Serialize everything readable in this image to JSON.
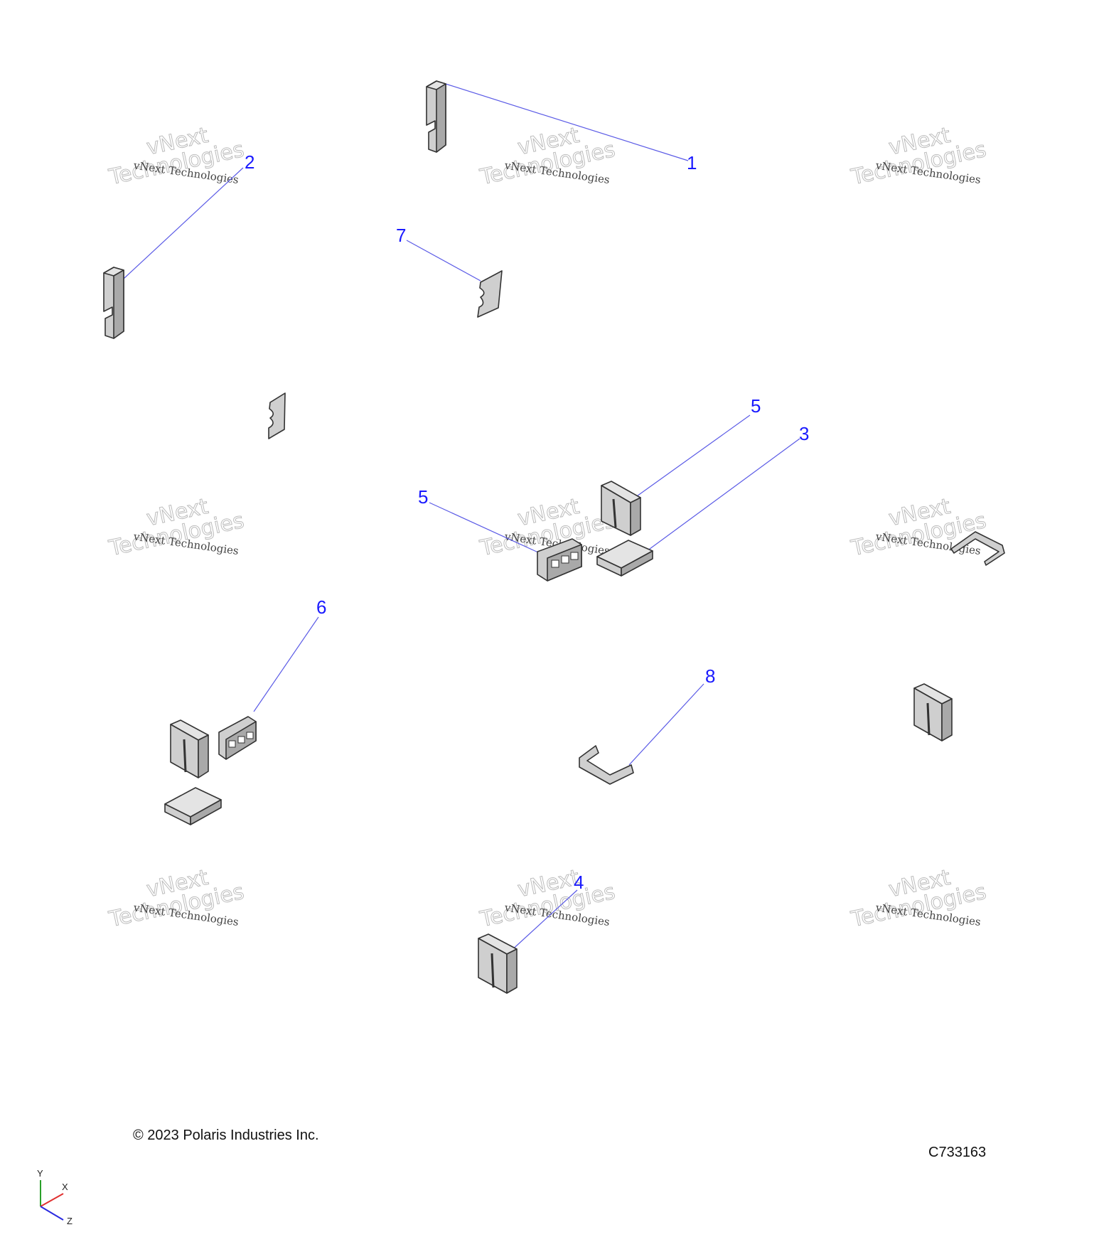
{
  "callouts": [
    {
      "id": "callout-1",
      "label": "1"
    },
    {
      "id": "callout-2",
      "label": "2"
    },
    {
      "id": "callout-3",
      "label": "3"
    },
    {
      "id": "callout-4",
      "label": "4"
    },
    {
      "id": "callout-5a",
      "label": "5"
    },
    {
      "id": "callout-5b",
      "label": "5"
    },
    {
      "id": "callout-6",
      "label": "6"
    },
    {
      "id": "callout-7",
      "label": "7"
    },
    {
      "id": "callout-8",
      "label": "8"
    }
  ],
  "watermark": {
    "line1": "vNext Technologies",
    "line2": "vNext",
    "line3": "Technologies"
  },
  "footer": {
    "copyright": "© 2023 Polaris Industries Inc.",
    "figure_id": "C733163"
  },
  "axes": {
    "x": "X",
    "y": "Y",
    "z": "Z",
    "colors": {
      "x": "#e03030",
      "y": "#2aa02a",
      "z": "#2a2ae0"
    }
  },
  "colors": {
    "callout": "#1a1aff",
    "leader": "#5a5ae6"
  }
}
